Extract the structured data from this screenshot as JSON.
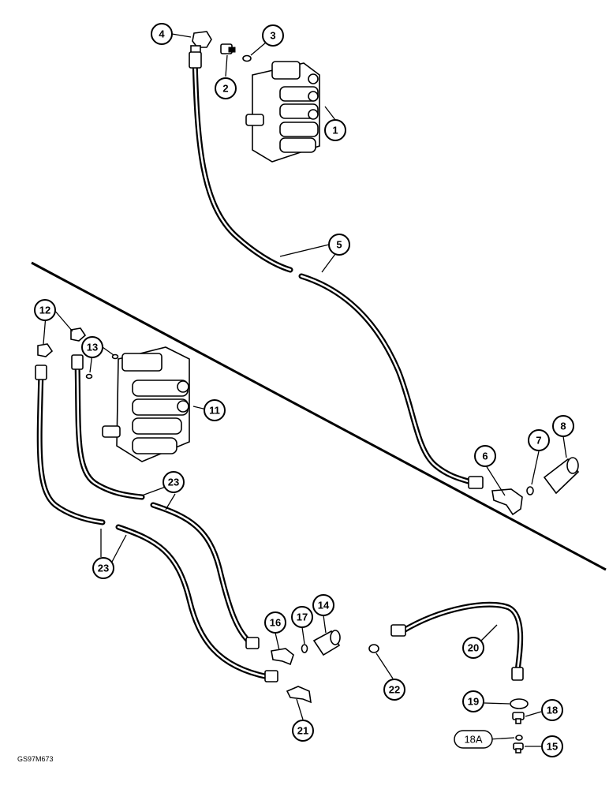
{
  "figure_code": "GS97M673",
  "callouts": [
    {
      "id": "c1",
      "label": "1"
    },
    {
      "id": "c2",
      "label": "2"
    },
    {
      "id": "c3",
      "label": "3"
    },
    {
      "id": "c4",
      "label": "4"
    },
    {
      "id": "c5",
      "label": "5"
    },
    {
      "id": "c6",
      "label": "6"
    },
    {
      "id": "c7",
      "label": "7"
    },
    {
      "id": "c8",
      "label": "8"
    },
    {
      "id": "c11",
      "label": "11"
    },
    {
      "id": "c12",
      "label": "12"
    },
    {
      "id": "c13",
      "label": "13"
    },
    {
      "id": "c14",
      "label": "14"
    },
    {
      "id": "c15",
      "label": "15"
    },
    {
      "id": "c16",
      "label": "16"
    },
    {
      "id": "c17",
      "label": "17"
    },
    {
      "id": "c18",
      "label": "18"
    },
    {
      "id": "c18a",
      "label": "18A"
    },
    {
      "id": "c19",
      "label": "19"
    },
    {
      "id": "c20",
      "label": "20"
    },
    {
      "id": "c21",
      "label": "21"
    },
    {
      "id": "c22",
      "label": "22"
    },
    {
      "id": "c23a",
      "label": "23"
    },
    {
      "id": "c23b",
      "label": "23"
    }
  ]
}
